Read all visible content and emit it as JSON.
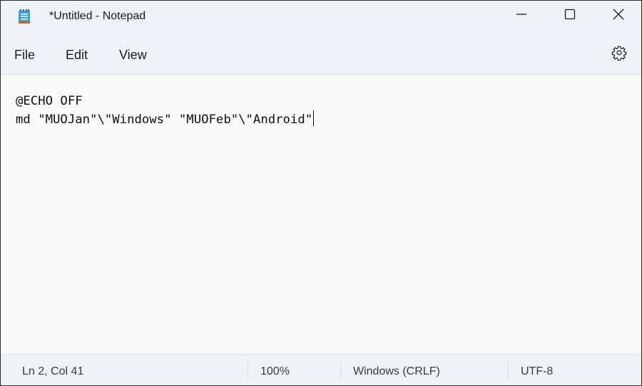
{
  "window": {
    "title": "*Untitled - Notepad",
    "icon": "notepad-icon",
    "controls": {
      "minimize": "minimize-icon",
      "maximize": "maximize-icon",
      "close": "close-icon"
    }
  },
  "menubar": {
    "items": [
      {
        "label": "File"
      },
      {
        "label": "Edit"
      },
      {
        "label": "View"
      }
    ],
    "settings_icon": "gear-icon"
  },
  "editor": {
    "lines": [
      "@ECHO OFF",
      "md \"MUOJan\"\\\"Windows\" \"MUOFeb\"\\\"Android\""
    ]
  },
  "statusbar": {
    "position": "Ln 2, Col 41",
    "zoom": "100%",
    "line_ending": "Windows (CRLF)",
    "encoding": "UTF-8"
  },
  "colors": {
    "chrome_bg": "#eff3f8",
    "editor_bg": "#f9f9f9",
    "icon_blue": "#3aa0dc",
    "icon_orange": "#c8622b"
  }
}
